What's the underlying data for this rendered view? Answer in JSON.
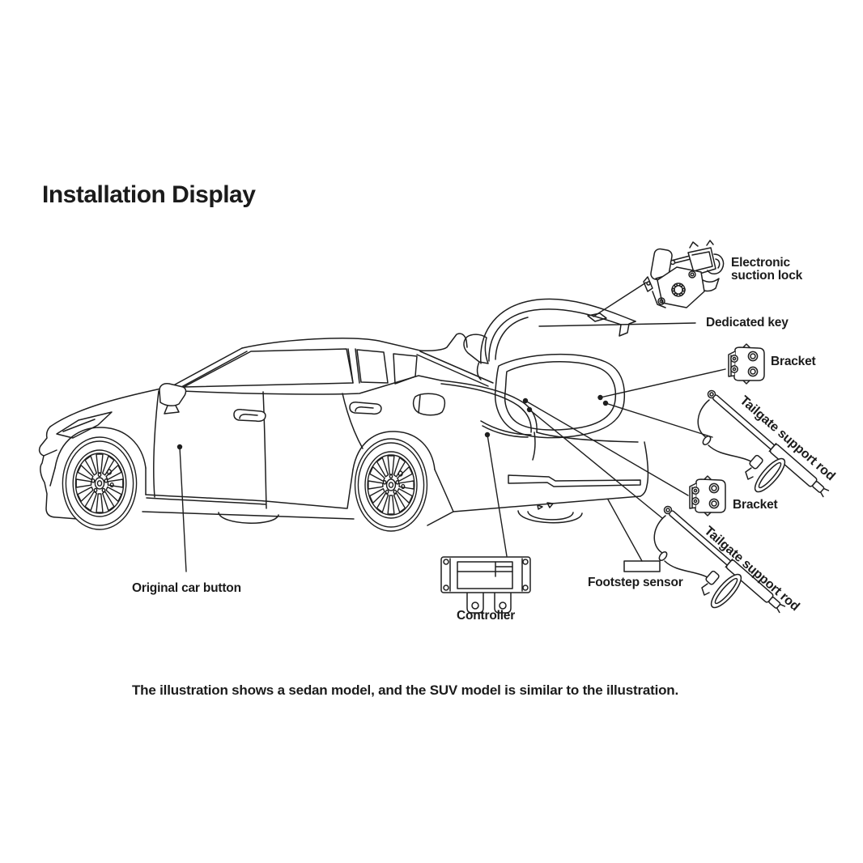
{
  "title": "Installation Display",
  "caption": "The illustration shows a sedan model, and the SUV model is similar to the illustration.",
  "callouts": {
    "electronic_suction_lock": {
      "label": "Electronic suction lock"
    },
    "dedicated_key": {
      "label": "Dedicated key"
    },
    "bracket_top": {
      "label": "Bracket"
    },
    "tailgate_support_rod_top": {
      "label": "Tailgate support rod"
    },
    "bracket_bottom": {
      "label": "Bracket"
    },
    "tailgate_support_rod_bottom": {
      "label": "Tailgate support rod"
    },
    "footstep_sensor": {
      "label": "Footstep sensor"
    },
    "controller": {
      "label": "Controller"
    },
    "original_car_button": {
      "label": "Original car button"
    }
  },
  "colors": {
    "line": "#1e1e1e",
    "text": "#1b1b1b",
    "background": "#ffffff"
  }
}
